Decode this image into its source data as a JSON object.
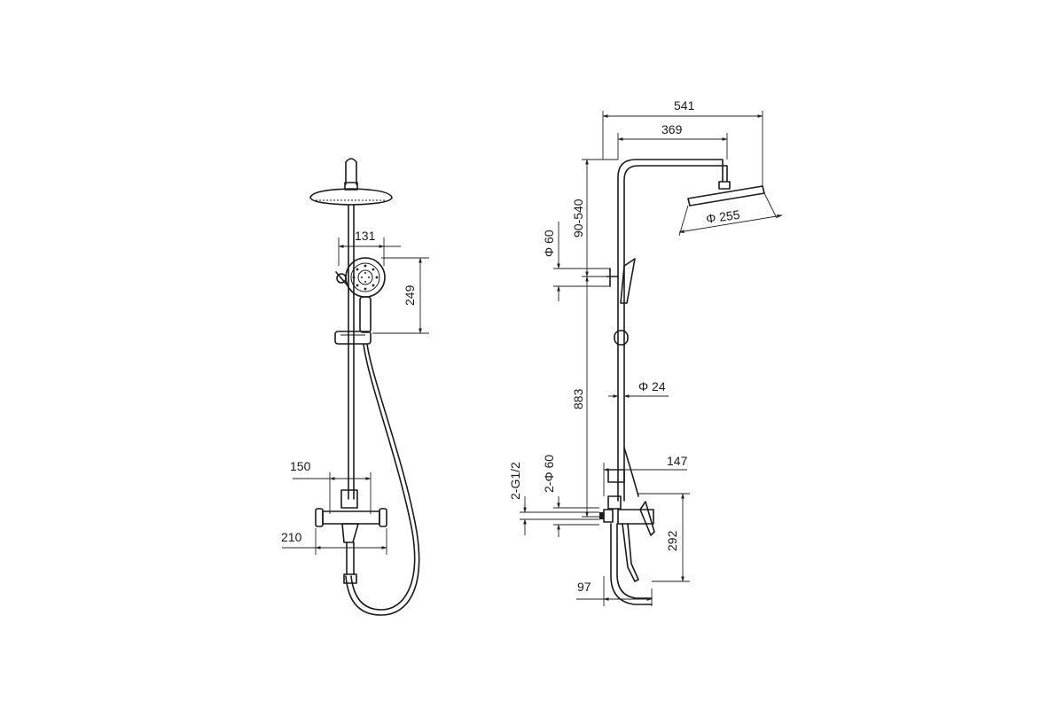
{
  "dimensions": {
    "front_head_to_handshower": "131",
    "front_handshower_height": "249",
    "front_mixer_width": "150",
    "front_mixer_overall": "210",
    "side_total_reach": "541",
    "side_arm_reach": "369",
    "side_head_diameter": "Φ 255",
    "side_height_adjust": "90-540",
    "side_flange_top": "Φ 60",
    "side_column_height": "883",
    "side_pipe_diameter": "Φ 24",
    "side_inlet_thread": "2-G1/2",
    "side_inlet_flange": "2-Φ 60",
    "side_mixer_depth": "147",
    "side_mixer_height": "292",
    "side_spout_depth": "97"
  }
}
